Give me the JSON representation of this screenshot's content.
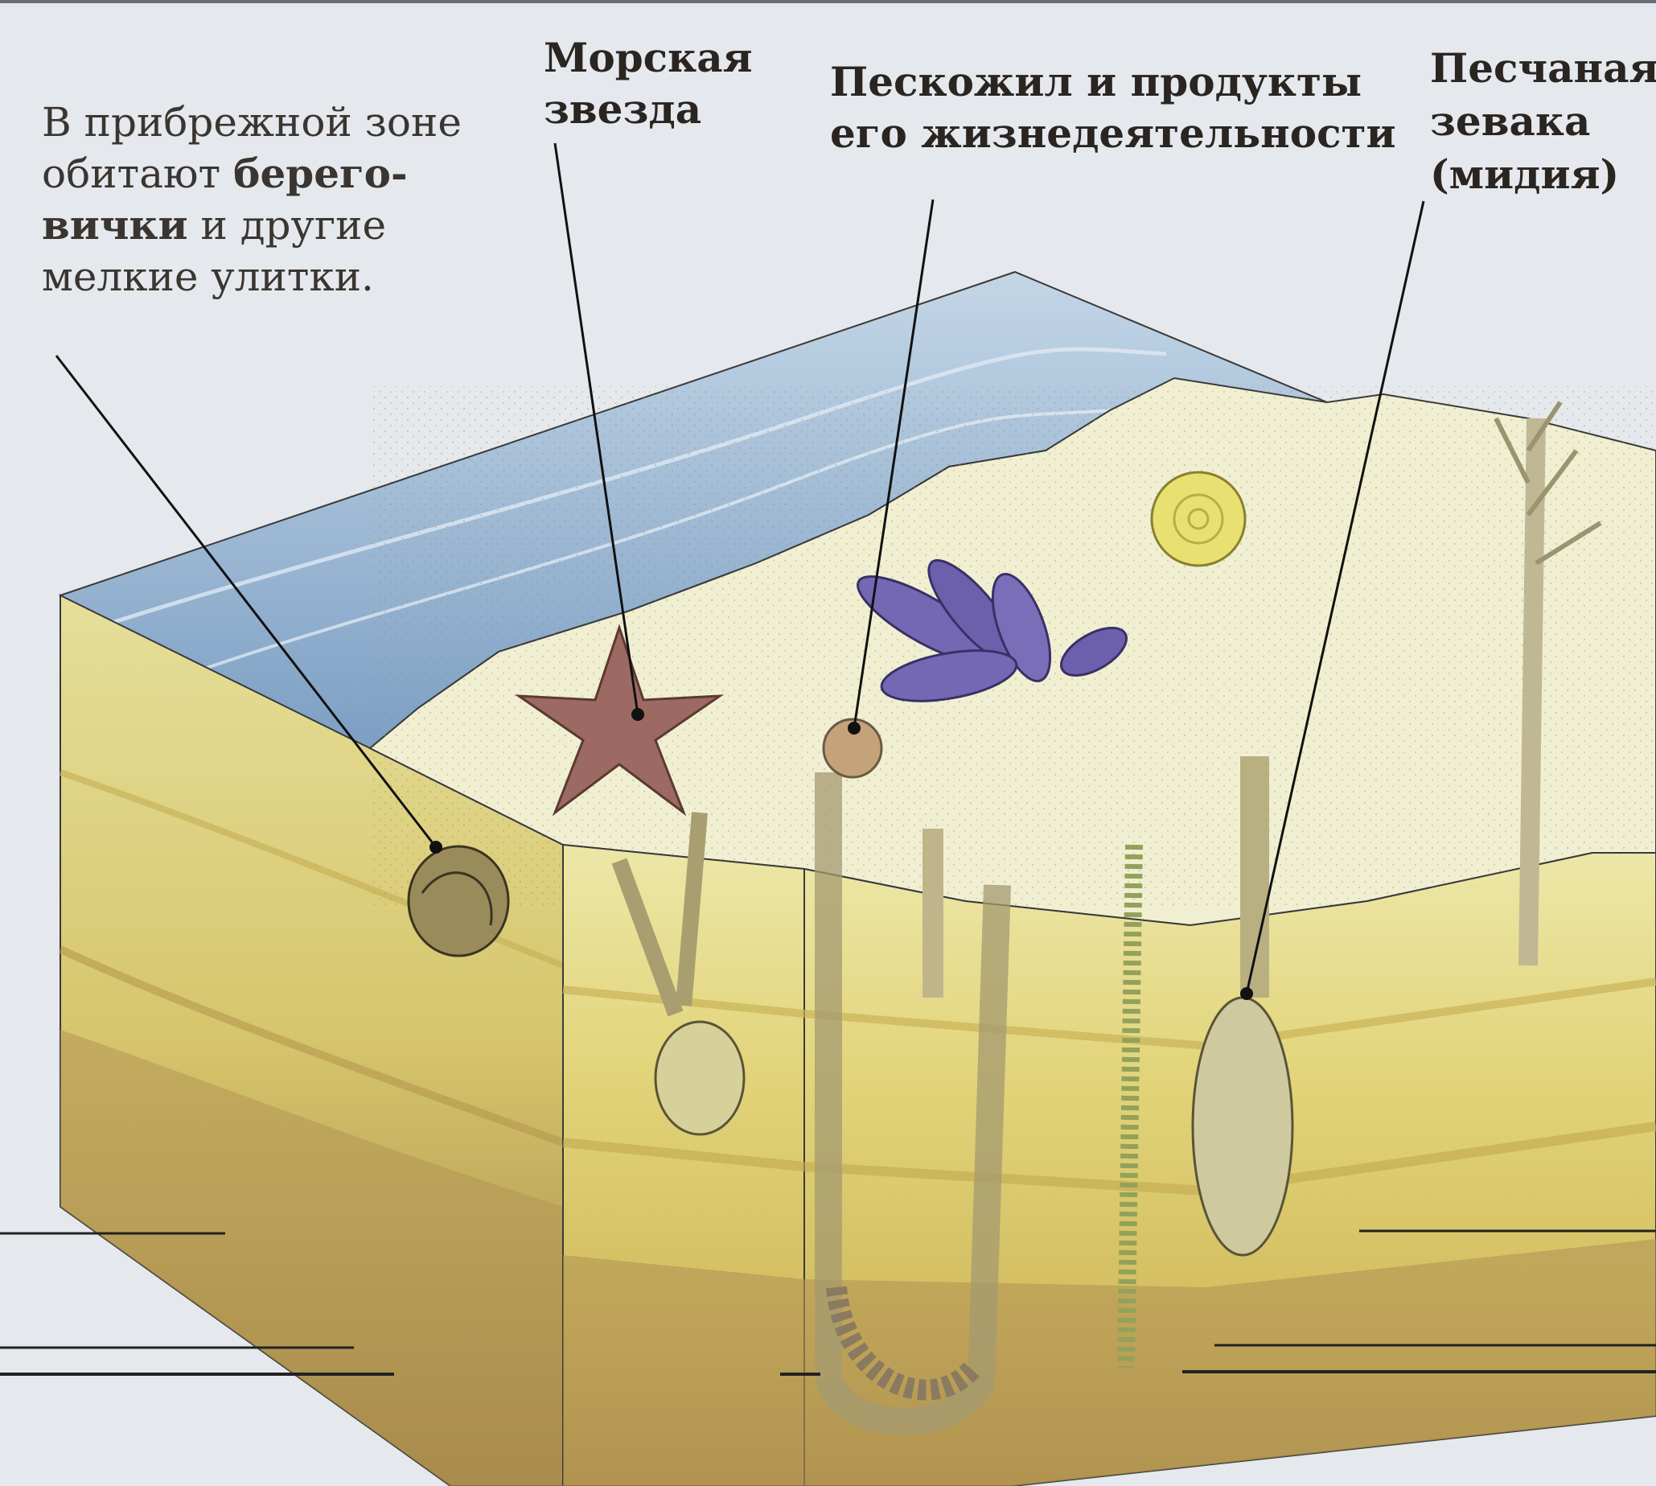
{
  "labels": {
    "shore": {
      "line1": "В прибрежной зоне",
      "line2_pre": "обитают ",
      "line2_bold": "берего-",
      "line3_bold": "вички",
      "line3_post": " и другие",
      "line4": "мелкие улитки."
    },
    "starfish": {
      "line1": "Морская",
      "line2": "звезда"
    },
    "lugworm": {
      "line1": "Пескожил и продукты",
      "line2": "его жизнедеятельности"
    },
    "clam": {
      "line1": "Песчаная",
      "line2": "зевака",
      "line3": "(мидия)"
    }
  },
  "colors": {
    "water": "#9fbcd6",
    "sand_surface": "#f1efd2",
    "layer_light": "#e6df96",
    "layer_mid": "#d8c76a",
    "layer_dark": "#b49a52",
    "mussel": "#7468b4",
    "starfish": "#9c6a62",
    "snail_yellow": "#e8e070"
  }
}
